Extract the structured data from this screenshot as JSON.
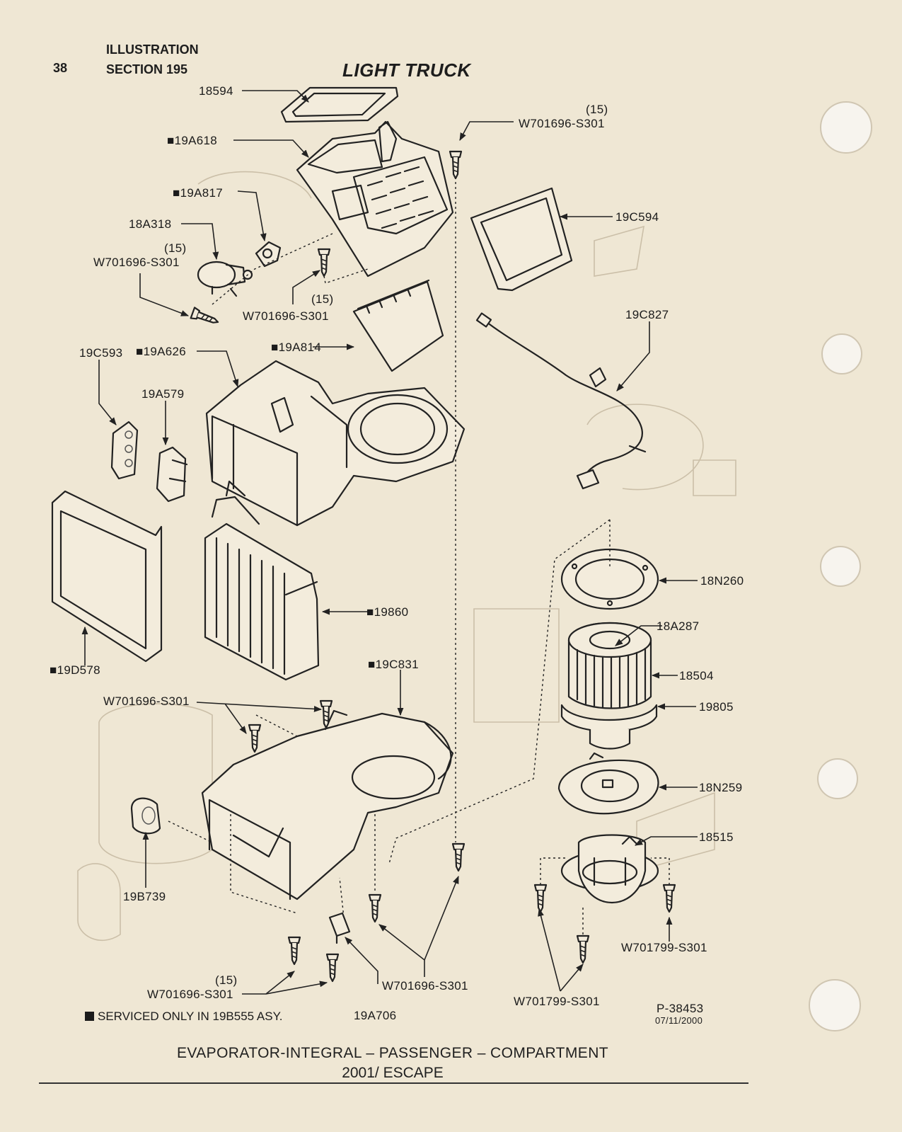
{
  "header": {
    "page_number": "38",
    "illustration_label": "ILLUSTRATION",
    "section_label": "SECTION 195",
    "title": "LIGHT TRUCK"
  },
  "labels": {
    "l_18594": "18594",
    "l_19A618": "■19A618",
    "l_15_top": "(15)",
    "l_w_top": "W701696-S301",
    "l_19A817": "■19A817",
    "l_18A318": "18A318",
    "l_15_left": "(15)",
    "l_w_left": "W701696-S301",
    "l_19C594": "19C594",
    "l_15_mid": "(15)",
    "l_w_mid": "W701696-S301",
    "l_19C827": "19C827",
    "l_19A814": "■19A814",
    "l_19C593": "19C593",
    "l_19A626": "■19A626",
    "l_19A579": "19A579",
    "l_18N260": "18N260",
    "l_18A287": "18A287",
    "l_19860": "■19860",
    "l_18504": "18504",
    "l_19805": "19805",
    "l_19D578": "■19D578",
    "l_19C831": "■19C831",
    "l_w_cluster": "W701696-S301",
    "l_18N259": "18N259",
    "l_18515": "18515",
    "l_19B739": "19B739",
    "l_w701799_right": "W701799-S301",
    "l_15_bottom": "(15)",
    "l_w_bottom_left": "W701696-S301",
    "l_w_bottom_mid": "W701696-S301",
    "l_19A706": "19A706",
    "l_w701799_bottom": "W701799-S301",
    "l_ref": "P-38453",
    "l_date": "07/11/2000"
  },
  "note": {
    "serviced": "SERVICED ONLY IN 19B555 ASY."
  },
  "caption": {
    "main": "EVAPORATOR-INTEGRAL – PASSENGER – COMPARTMENT",
    "sub": "2001/ ESCAPE"
  },
  "colors": {
    "paper": "#efe7d4",
    "ink": "#222222",
    "ghost_print": "#cbbfa8"
  }
}
